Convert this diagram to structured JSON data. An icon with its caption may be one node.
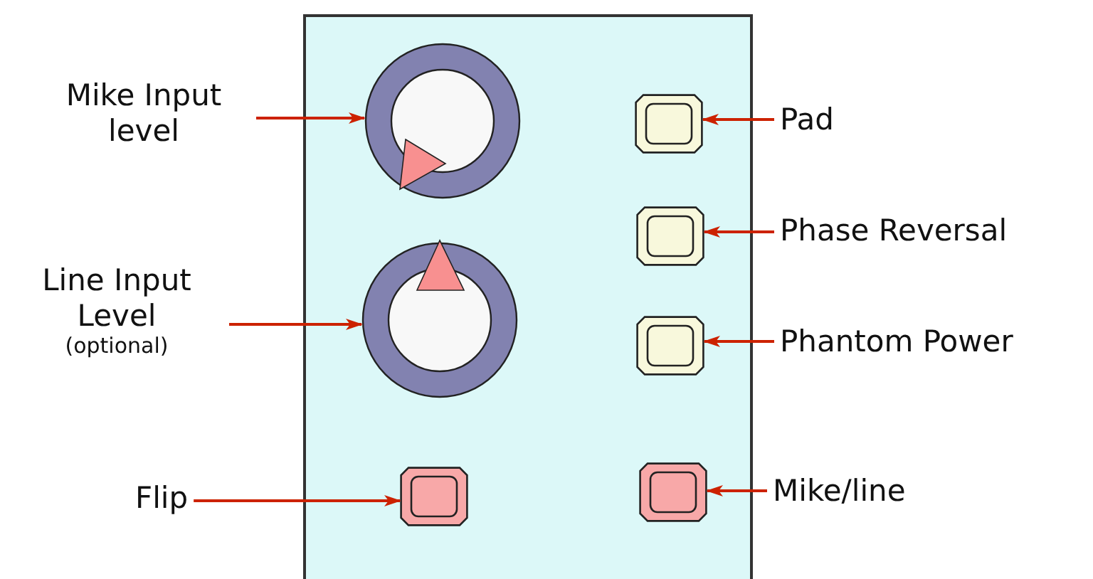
{
  "diagram": {
    "nodes": [
      {
        "text": [],
        "shape": "box"
      },
      {
        "text": [],
        "shape": "circle",
        "in": 0
      },
      {
        "text": [],
        "shape": "box",
        "in": 0
      },
      {
        "text": [],
        "shape": "box",
        "in": 0
      },
      {
        "text": [],
        "shape": "circle",
        "in": 0
      },
      {
        "text": [],
        "shape": "box",
        "in": 0
      },
      {
        "text": [],
        "shape": "box",
        "in": 0
      },
      {
        "text": [],
        "shape": "box",
        "in": 0
      },
      {
        "text": [
          "Mike Input level"
        ]
      },
      {
        "text": [
          "Pad"
        ]
      },
      {
        "text": [
          "Phase Reversal"
        ]
      },
      {
        "text": [
          "Line Input Level",
          "(optional)"
        ]
      },
      {
        "text": [
          "Phantom Power"
        ]
      },
      {
        "text": [
          "Flip"
        ]
      },
      {
        "text": [
          "Mike/line"
        ]
      }
    ],
    "edges": [
      {
        "from": 8,
        "to": 1,
        "arrow": "to"
      },
      {
        "from": 9,
        "to": 2,
        "arrow": "to"
      },
      {
        "from": 10,
        "to": 3,
        "arrow": "to"
      },
      {
        "from": 11,
        "to": 4,
        "arrow": "to"
      },
      {
        "from": 12,
        "to": 5,
        "arrow": "to"
      },
      {
        "from": 13,
        "to": 6,
        "arrow": "to"
      },
      {
        "from": 14,
        "to": 7,
        "arrow": "to"
      }
    ]
  }
}
